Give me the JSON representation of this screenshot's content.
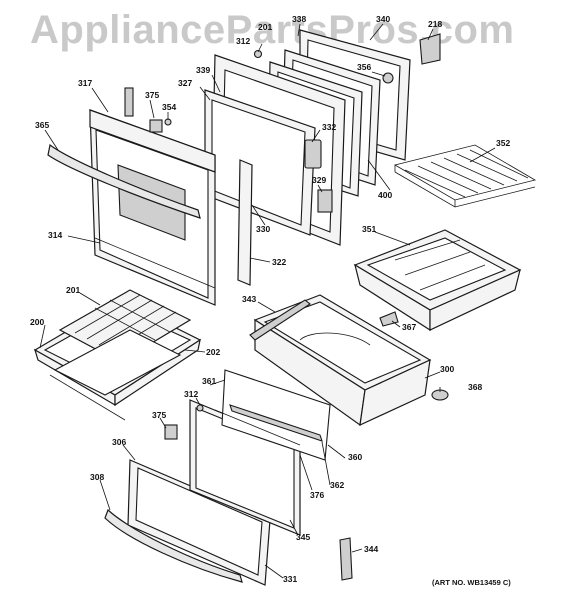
{
  "watermark": "AppliancePartsPros.com",
  "art_number": "(ART NO. WB13459 C)",
  "callouts": {
    "p338": "338",
    "p340": "340",
    "p218": "218",
    "p201_top": "201",
    "p312_top": "312",
    "p356": "356",
    "p339": "339",
    "p327": "327",
    "p317": "317",
    "p375_top": "375",
    "p354": "354",
    "p365": "365",
    "p332": "332",
    "p329": "329",
    "p330": "330",
    "p400": "400",
    "p352": "352",
    "p314": "314",
    "p322": "322",
    "p351": "351",
    "p201_mid": "201",
    "p343": "343",
    "p367": "367",
    "p200": "200",
    "p202": "202",
    "p361": "361",
    "p300": "300",
    "p312_bot": "312",
    "p368": "368",
    "p375_bot": "375",
    "p306": "306",
    "p360": "360",
    "p308": "308",
    "p376": "376",
    "p362": "362",
    "p345": "345",
    "p344": "344",
    "p331": "331"
  }
}
